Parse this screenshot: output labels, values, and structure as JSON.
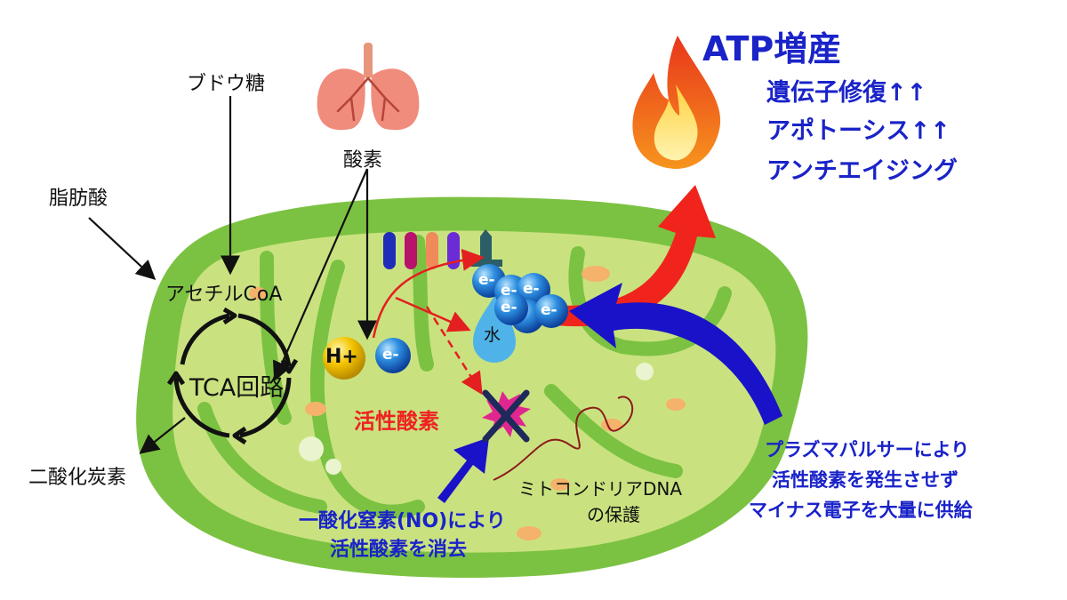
{
  "labels": {
    "glucose": "ブドウ糖",
    "fatty_acid": "脂肪酸",
    "oxygen": "酸素",
    "acetyl_coa": "アセチルCoA",
    "tca": "TCA回路",
    "co2": "二酸化炭素",
    "h_plus": "H+",
    "electron": "e-",
    "water": "水",
    "ros": "活性酸素",
    "mtdna_line1": "ミトコンドリアDNA",
    "mtdna_line2": "の保護"
  },
  "headline": {
    "title": "ATP増産",
    "effects": [
      "遺伝子修復↑↑",
      "アポトーシス↑↑",
      "アンチエイジング"
    ]
  },
  "plasma_note": [
    "プラズマパルサーにより",
    "活性酸素を発生させず",
    "マイナス電子を大量に供給"
  ],
  "no_note": [
    "一酸化窒素(NO)により",
    "活性酸素を消去"
  ],
  "colors": {
    "accent_blue": "#1a23c8",
    "accent_red": "#ee2222",
    "mito_outer": "#7cc242",
    "mito_inner": "#c9e27f",
    "electron_blue": "#1e88e5",
    "water_blue": "#4fb3ea",
    "proton_yellow": "#f2c200"
  },
  "icons": [
    "lungs-icon",
    "flame-icon",
    "explosion-icon",
    "cross-icon",
    "dna-strand-icon"
  ]
}
